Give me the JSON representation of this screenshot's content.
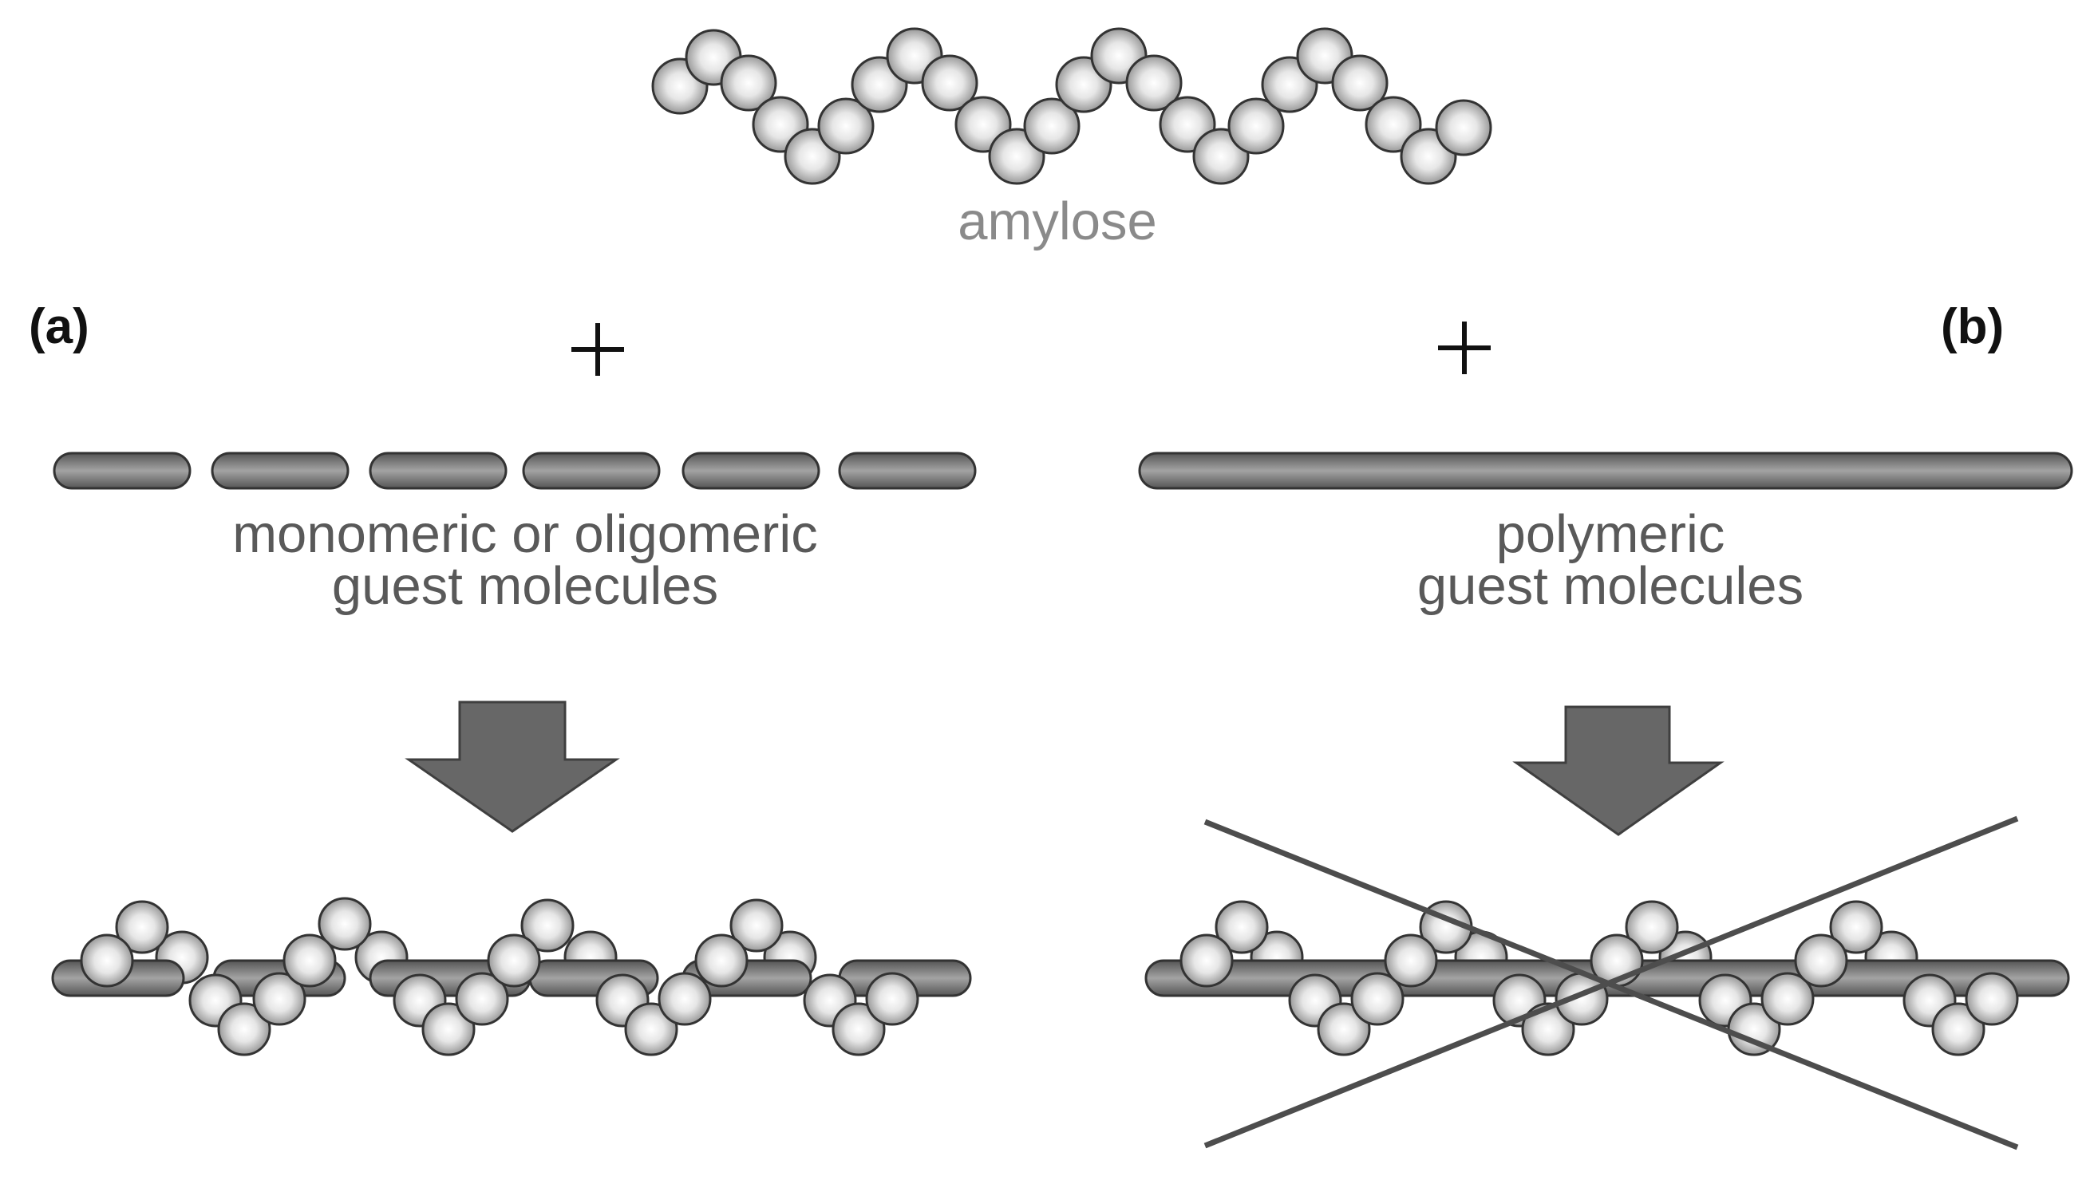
{
  "labels": {
    "amylose": "amylose",
    "panel_a": "(a)",
    "panel_b": "(b)",
    "plus": "+",
    "guest_a_line1": "monomeric or oligomeric",
    "guest_a_line2": "guest molecules",
    "guest_b_line1": "polymeric",
    "guest_b_line2": "guest molecules"
  },
  "colors": {
    "sphere_highlight": "#ffffff",
    "sphere_shadow": "#8a8a8a",
    "guest_rod": "#6a6a6a",
    "arrow": "#676767",
    "cross_lines": "#4d4d4d",
    "label_gray": "#8a8a8a",
    "label_dark": "#595959"
  },
  "panel_a": {
    "guest_type": "monomeric or oligomeric",
    "guest_rod_count": 6,
    "outcome": "inclusion complex formed"
  },
  "panel_b": {
    "guest_type": "polymeric",
    "guest_rod_count": 1,
    "outcome": "crossed out"
  }
}
